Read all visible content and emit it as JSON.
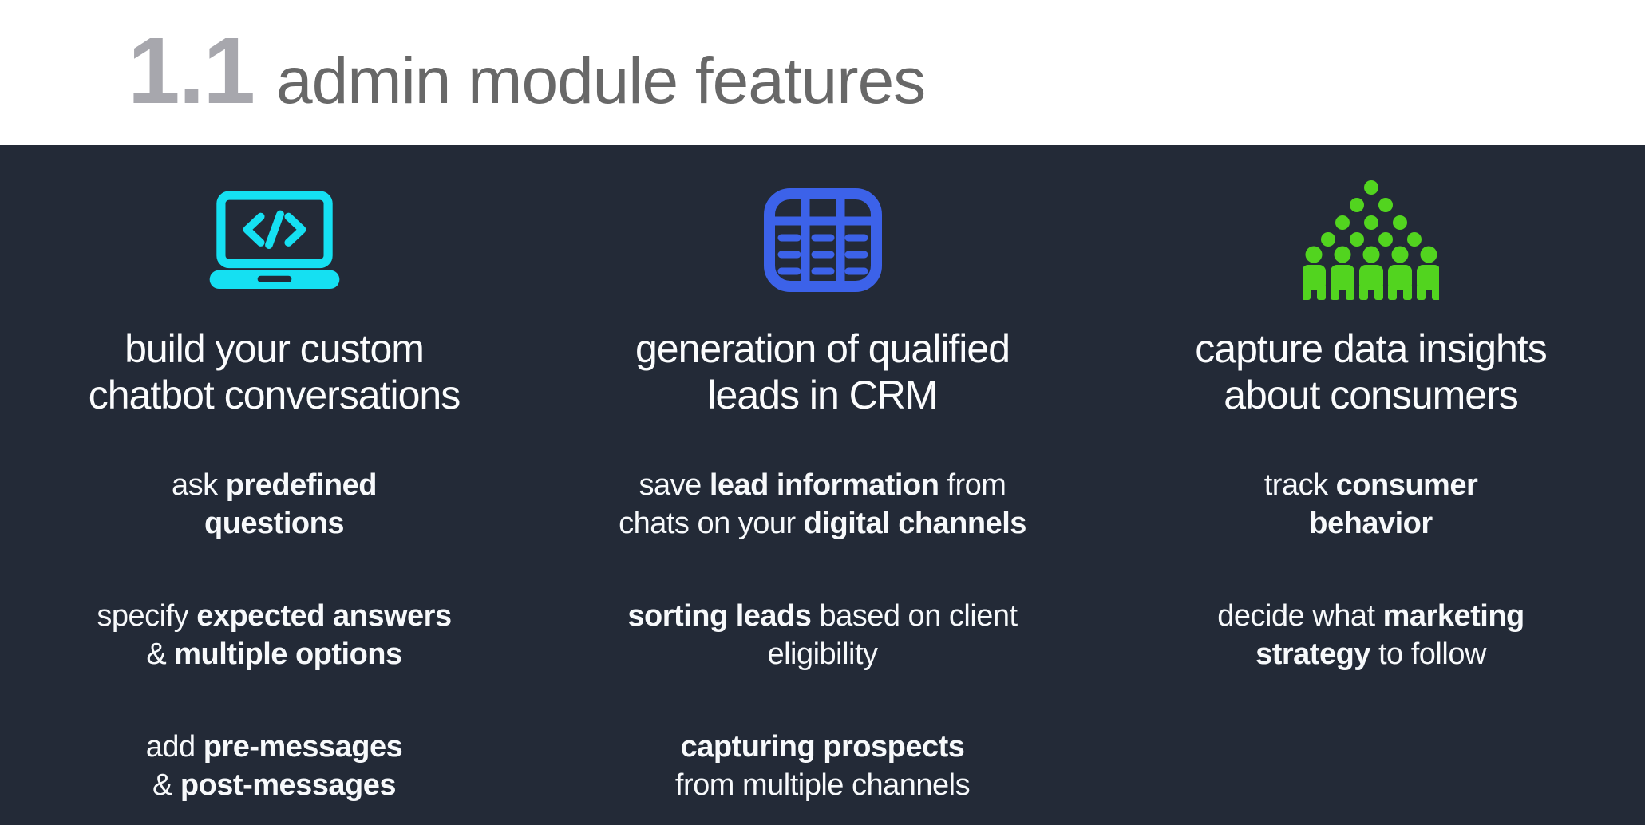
{
  "header": {
    "number": "1.1",
    "title": "admin module features"
  },
  "colors": {
    "background_dark": "#232a37",
    "header_background": "#ffffff",
    "number_gray": "#a7a7ad",
    "title_gray": "#686868",
    "text_white": "#fbfcfd",
    "accent_cyan": "#15e0f2",
    "accent_blue": "#3c62e9",
    "accent_green": "#52d41f"
  },
  "columns": [
    {
      "icon": "laptop-code-icon",
      "icon_color": "#15e0f2",
      "heading": "build your custom\nchatbot conversations",
      "items": [
        {
          "segments": [
            {
              "t": "ask ",
              "b": false
            },
            {
              "t": "predefined\nquestions",
              "b": true
            }
          ]
        },
        {
          "segments": [
            {
              "t": "specify ",
              "b": false
            },
            {
              "t": "expected answers",
              "b": true
            },
            {
              "t": "\n& ",
              "b": false
            },
            {
              "t": "multiple options",
              "b": true
            }
          ]
        },
        {
          "segments": [
            {
              "t": "add ",
              "b": false
            },
            {
              "t": "pre-messages",
              "b": true
            },
            {
              "t": "\n& ",
              "b": false
            },
            {
              "t": "post-messages",
              "b": true
            }
          ]
        }
      ]
    },
    {
      "icon": "crm-table-icon",
      "icon_color": "#3c62e9",
      "heading": "generation of qualified\nleads in CRM",
      "items": [
        {
          "segments": [
            {
              "t": "save ",
              "b": false
            },
            {
              "t": "lead information",
              "b": true
            },
            {
              "t": " from\nchats on your ",
              "b": false
            },
            {
              "t": "digital channels",
              "b": true
            }
          ]
        },
        {
          "segments": [
            {
              "t": "sorting leads",
              "b": true
            },
            {
              "t": " based on client\neligibility",
              "b": false
            }
          ]
        },
        {
          "segments": [
            {
              "t": "capturing prospects",
              "b": true
            },
            {
              "t": "\nfrom multiple channels",
              "b": false
            }
          ]
        }
      ]
    },
    {
      "icon": "audience-crowd-icon",
      "icon_color": "#52d41f",
      "heading": "capture data insights\nabout consumers",
      "items": [
        {
          "segments": [
            {
              "t": "track ",
              "b": false
            },
            {
              "t": "consumer\nbehavior",
              "b": true
            }
          ]
        },
        {
          "segments": [
            {
              "t": "decide what ",
              "b": false
            },
            {
              "t": "marketing\nstrategy",
              "b": true
            },
            {
              "t": " to follow",
              "b": false
            }
          ]
        }
      ]
    }
  ]
}
